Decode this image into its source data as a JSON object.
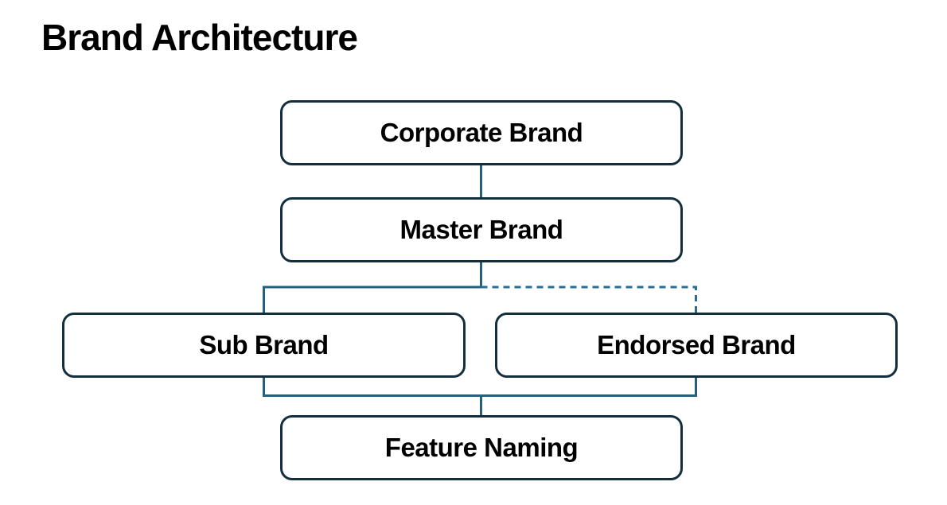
{
  "title": "Brand Architecture",
  "diagram": {
    "nodes": [
      {
        "id": "corporate-brand",
        "label": "Corporate Brand"
      },
      {
        "id": "master-brand",
        "label": "Master Brand"
      },
      {
        "id": "sub-brand",
        "label": "Sub Brand"
      },
      {
        "id": "endorsed-brand",
        "label": "Endorsed Brand"
      },
      {
        "id": "feature-naming",
        "label": "Feature Naming"
      }
    ],
    "edges": [
      {
        "from": "corporate-brand",
        "to": "master-brand",
        "style": "solid"
      },
      {
        "from": "master-brand",
        "to": "sub-brand",
        "style": "solid"
      },
      {
        "from": "master-brand",
        "to": "endorsed-brand",
        "style": "dashed"
      },
      {
        "from": "sub-brand",
        "to": "feature-naming",
        "style": "solid"
      },
      {
        "from": "endorsed-brand",
        "to": "feature-naming",
        "style": "solid"
      }
    ],
    "colors": {
      "background": "#ffffff",
      "node_fill": "#ffffff",
      "node_border": "#132e3e",
      "connector_solid": "#24617f",
      "connector_dashed": "#2b6e95",
      "text": "#000000"
    }
  }
}
